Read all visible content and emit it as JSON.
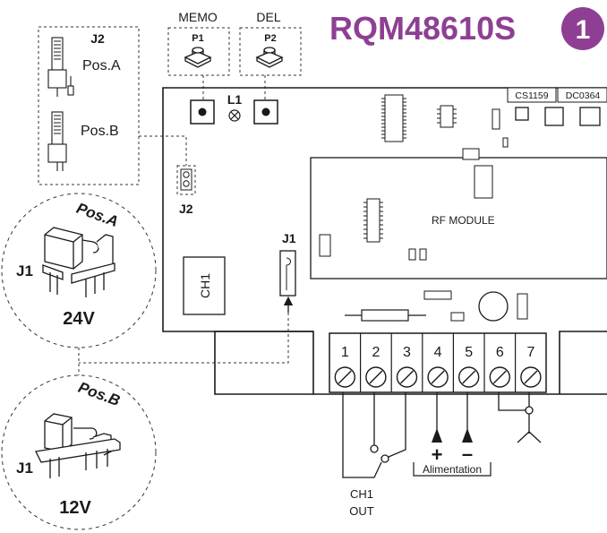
{
  "header": {
    "model_code": "RQM48610S",
    "step_number": "1",
    "accent_color": "#8e3f93"
  },
  "buttons": {
    "memo": {
      "caption": "MEMO",
      "id": "P1"
    },
    "del": {
      "caption": "DEL",
      "id": "P2"
    }
  },
  "board": {
    "led": "L1",
    "codes": [
      "CS1159",
      "DC0364"
    ],
    "rf_module": "RF MODULE",
    "relay": "CH1",
    "jumper_j1": "J1",
    "jumper_j2": "J2"
  },
  "j2_detail": {
    "title": "J2",
    "pos_a": "Pos.A",
    "pos_b": "Pos.B"
  },
  "j1_pos_a": {
    "label": "J1",
    "position": "Pos.A",
    "voltage": "24V"
  },
  "j1_pos_b": {
    "label": "J1",
    "position": "Pos.B",
    "voltage": "12V"
  },
  "terminals": [
    "1",
    "2",
    "3",
    "4",
    "5",
    "6",
    "7"
  ],
  "outputs": {
    "plus": "+",
    "minus": "–",
    "power": "Alimentation",
    "ch1_line1": "CH1",
    "ch1_line2": "OUT"
  }
}
